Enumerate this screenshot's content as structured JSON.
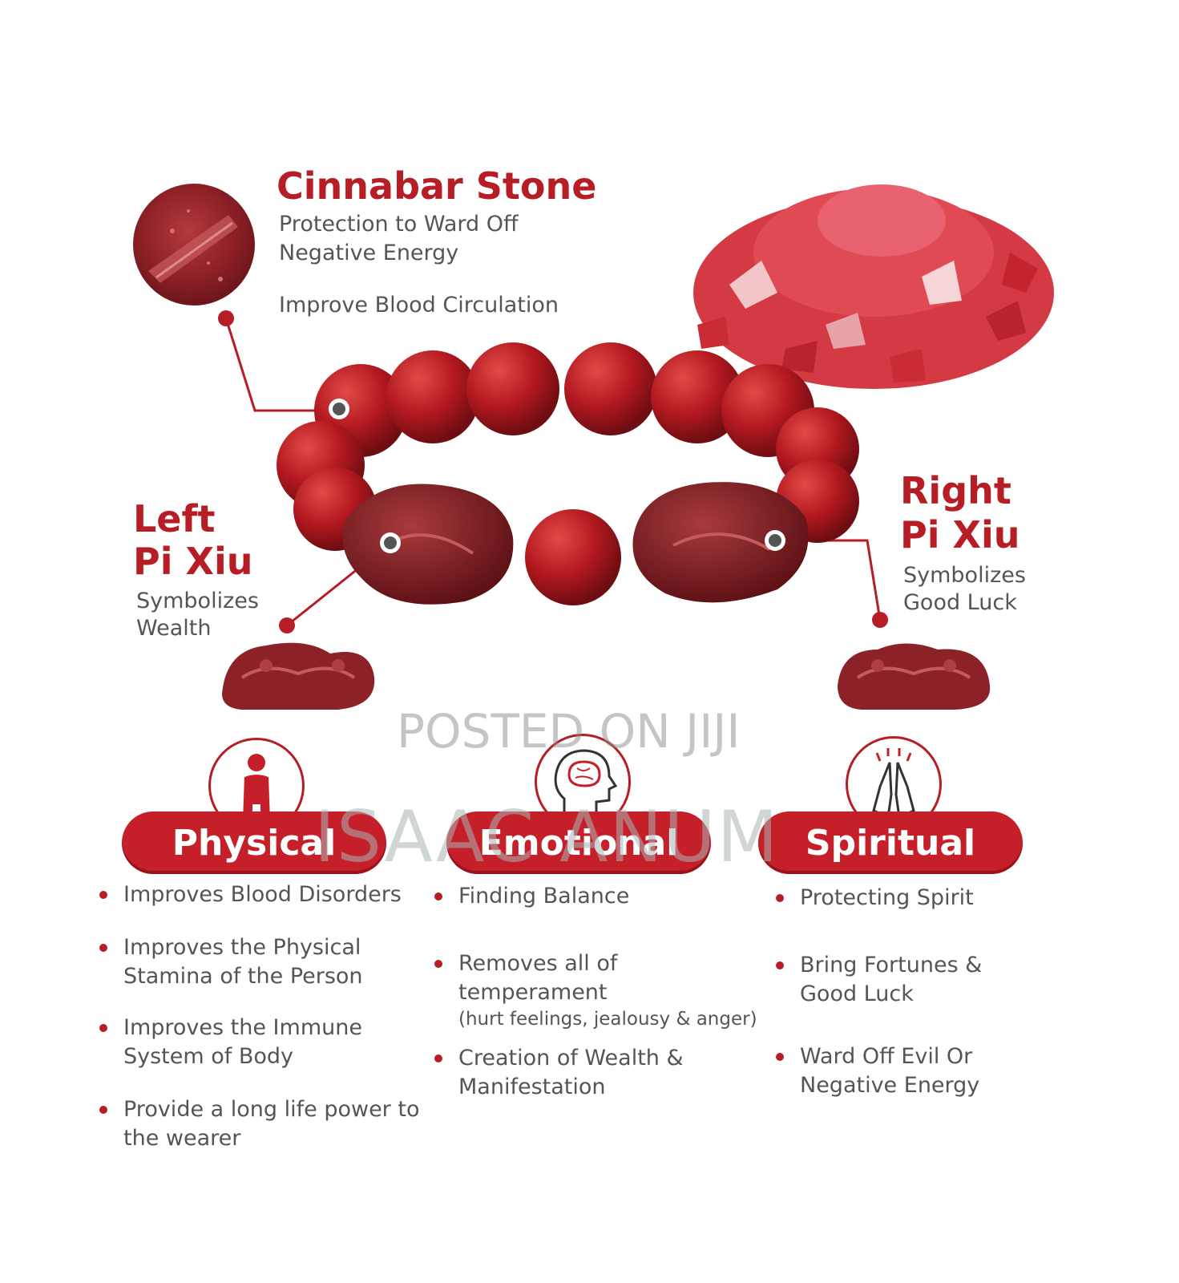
{
  "cinnabar": {
    "title": "Cinnabar Stone",
    "line1": "Protection to Ward Off",
    "line2": "Negative Energy",
    "line3": "Improve Blood Circulation"
  },
  "left_pixiu": {
    "title1": "Left",
    "title2": "Pi Xiu",
    "desc1": "Symbolizes",
    "desc2": "Wealth"
  },
  "right_pixiu": {
    "title1": "Right",
    "title2": "Pi Xiu",
    "desc1": "Symbolizes",
    "desc2": "Good Luck"
  },
  "physical": {
    "label": "Physical",
    "items": [
      {
        "l1": "Improves Blood Disorders"
      },
      {
        "l1": "Improves the Physical",
        "l2": "Stamina of the Person"
      },
      {
        "l1": "Improves the Immune",
        "l2": "System of Body"
      },
      {
        "l1": "Provide a long life power to",
        "l2": "the wearer"
      }
    ]
  },
  "emotional": {
    "label": "Emotional",
    "items": [
      {
        "l1": "Finding Balance"
      },
      {
        "l1": "Removes all of temperament",
        "l2": "(hurt feelings, jealousy & anger)"
      },
      {
        "l1": "Creation of Wealth &",
        "l2": "Manifestation"
      }
    ]
  },
  "spiritual": {
    "label": "Spiritual",
    "items": [
      {
        "l1": "Protecting Spirit"
      },
      {
        "l1": "Bring Fortunes &",
        "l2": "Good Luck"
      },
      {
        "l1": "Ward Off Evil Or",
        "l2": "Negative Energy"
      }
    ]
  },
  "watermark": {
    "line1": "POSTED ON JIJI",
    "line2": "ISAAC ANUM"
  },
  "colors": {
    "accent": "#b61d24",
    "bead": "#b3191f",
    "stone": "#d8333d"
  },
  "icons": [
    "person-icon",
    "brain-head-icon",
    "praying-hands-icon"
  ]
}
